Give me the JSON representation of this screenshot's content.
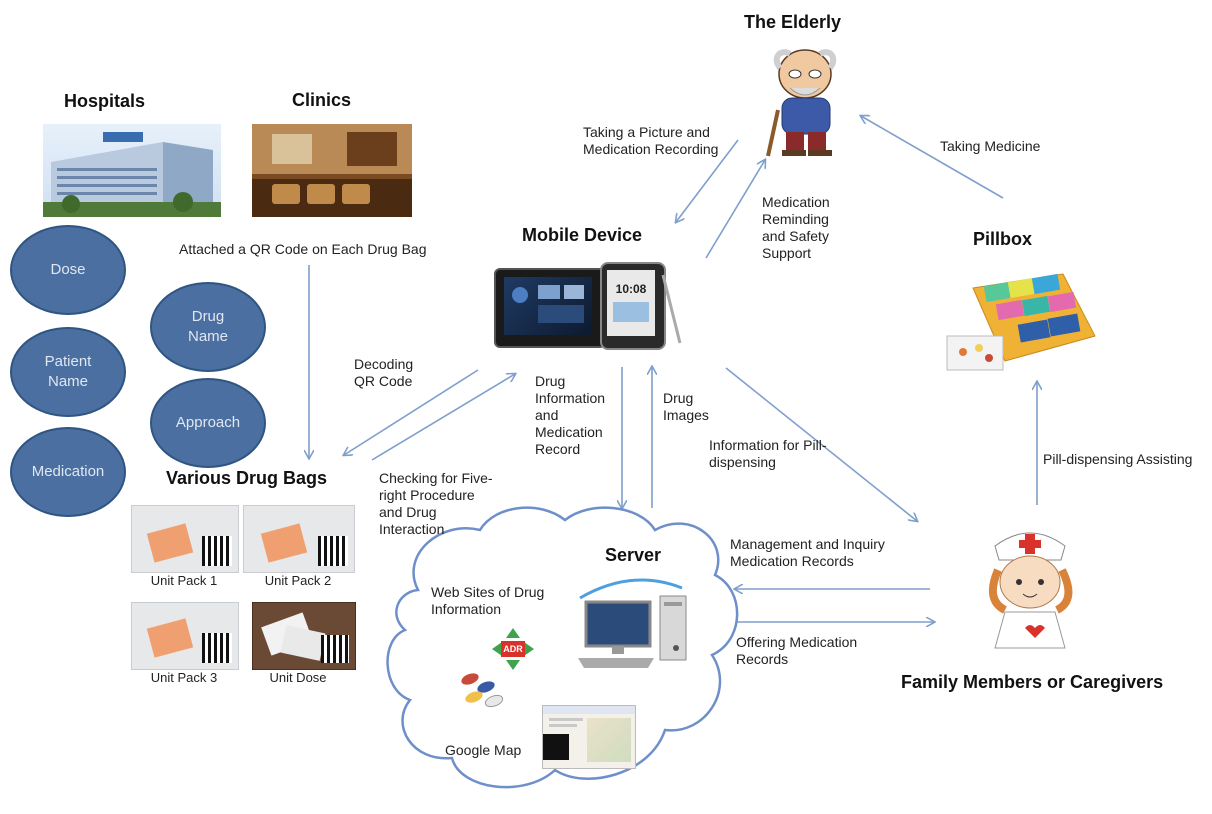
{
  "titles": {
    "hospitals": "Hospitals",
    "clinics": "Clinics",
    "elderly": "The Elderly",
    "mobile": "Mobile Device",
    "pillbox": "Pillbox",
    "bags": "Various Drug Bags",
    "server": "Server",
    "family": "Family Members or Caregivers"
  },
  "ovals": {
    "dose": "Dose",
    "patient_name": "Patient Name",
    "medication": "Medication",
    "drug_name": "Drug Name",
    "approach": "Approach"
  },
  "labels": {
    "qr_attach": "Attached a QR Code on Each Drug Bag",
    "decoding": "Decoding QR Code",
    "checking": "Checking for Five-right Procedure and Drug Interaction",
    "taking_picture": "Taking  a Picture and Medication Recording",
    "reminding": "Medication Reminding and Safety Support",
    "taking_medicine": "Taking Medicine",
    "drug_info": "Drug Information and Medication Record",
    "drug_images": "Drug Images",
    "pill_info": "Information for Pill-dispensing",
    "management": "Management and Inquiry Medication Records",
    "offering": "Offering Medication Records",
    "pill_assist": "Pill-dispensing Assisting",
    "websites": "Web Sites of Drug Information",
    "google_map": "Google Map",
    "adr": "ADR"
  },
  "packs": {
    "p1": "Unit Pack 1",
    "p2": "Unit Pack 2",
    "p3": "Unit Pack 3",
    "p4": "Unit Dose"
  },
  "device_time": "10:08",
  "colors": {
    "arrow": "#7f9fcc",
    "oval_fill": "#4a6fa0",
    "cloud_stroke": "#6e8fc9"
  }
}
